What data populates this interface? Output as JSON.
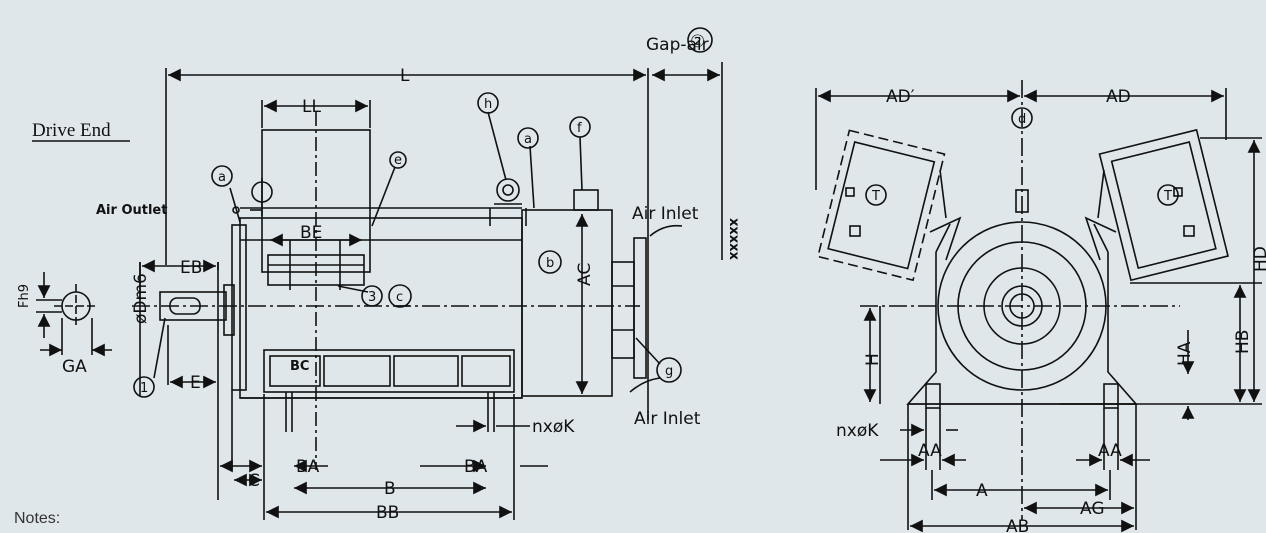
{
  "side_view": {
    "drive_end": "Drive End",
    "air_outlet": "Air Outlet",
    "air_inlet_top": "Air Inlet",
    "air_inlet_bottom": "Air Inlet",
    "gap_air": "Gap-air",
    "gap_air_num": "②",
    "length_L": "L",
    "dim_LL": "LL",
    "dim_BE": "BE",
    "dim_EB": "EB",
    "dim_AC": "AC",
    "dim_BC": "BC",
    "dim_E": "E",
    "dim_C": "C",
    "dim_B": "B",
    "dim_BB": "BB",
    "dim_BA_left": "BA",
    "dim_BA_right": "BA",
    "dim_nxK": "nxøK",
    "dim_GA": "GA",
    "dim_Fh9": "Fh9",
    "dim_D": "øDm6",
    "xxxxx": "xxxxx",
    "callout_a1": "a",
    "callout_a2": "a",
    "callout_b": "b",
    "callout_c": "c",
    "callout_e": "e",
    "callout_f": "f",
    "callout_g": "g",
    "callout_h": "h",
    "callout_1": "1",
    "callout_3": "3"
  },
  "end_view": {
    "dim_AD_prime": "AD′",
    "dim_AD": "AD",
    "callout_d": "d",
    "dim_HD": "HD",
    "dim_HB": "HB",
    "dim_HA": "HA",
    "dim_H": "H",
    "dim_AA_left": "AA",
    "dim_AA_right": "AA",
    "dim_A": "A",
    "dim_AG": "AG",
    "dim_AB": "AB",
    "dim_nxK": "nxøK",
    "callout_T_left": "T",
    "callout_T_right": "T"
  },
  "notes_label": "Notes:"
}
